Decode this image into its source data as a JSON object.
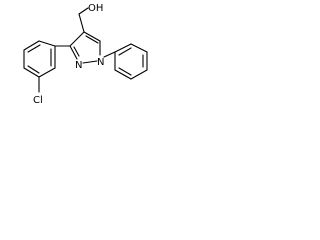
{
  "molecule": {
    "labels": {
      "hydroxyl": "OH",
      "n2": "N",
      "n1": "N",
      "chlorine": "Cl"
    }
  }
}
